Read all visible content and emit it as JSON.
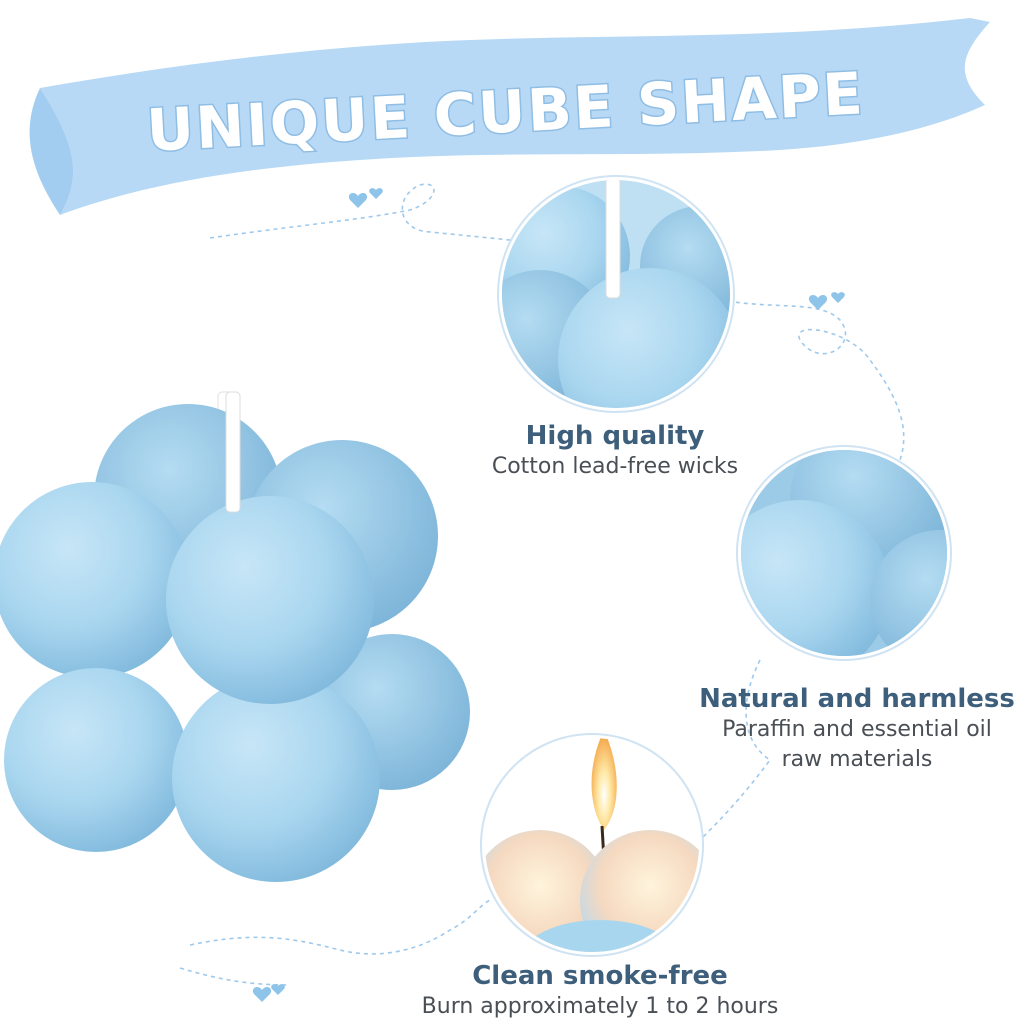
{
  "banner": {
    "title": "UNIQUE CUBE SHAPE",
    "color": "#b7d9f6"
  },
  "features": [
    {
      "title": "High quality",
      "subtitle": "Cotton lead-free wicks"
    },
    {
      "title": "Natural and harmless",
      "subtitle": "Paraffin and essential oil",
      "subtitle2": "raw materials"
    },
    {
      "title": "Clean smoke-free",
      "subtitle": "Burn approximately 1 to 2 hours"
    }
  ],
  "colors": {
    "candle": "#a9d6ef",
    "title_text": "#3d5f7c",
    "subtitle_text": "#4a4f55",
    "accent": "#8ec3ea"
  }
}
